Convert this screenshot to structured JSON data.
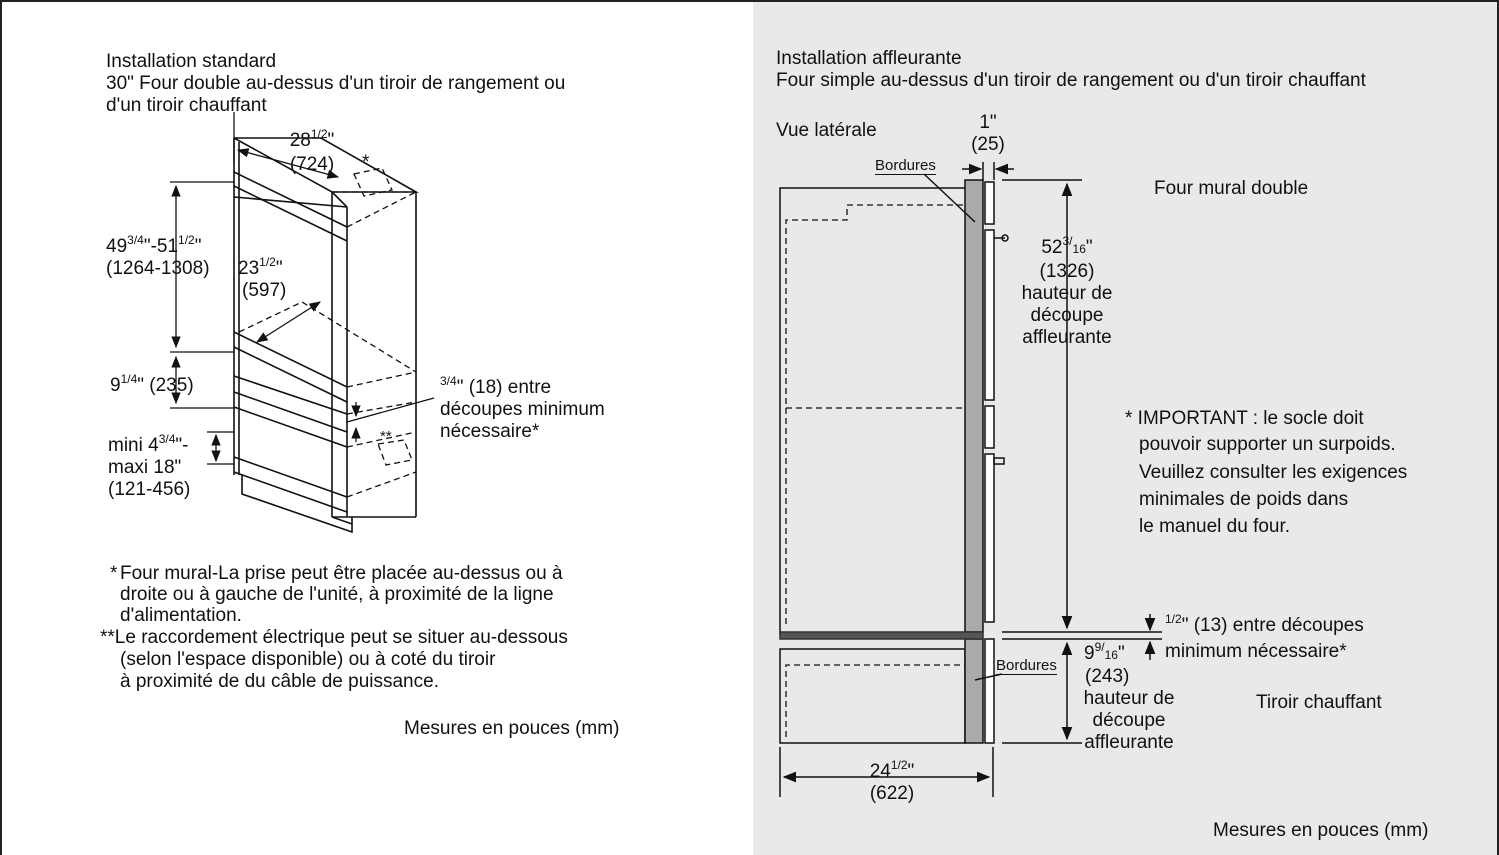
{
  "left": {
    "title1": "Installation standard",
    "title2": "30\" Four double au-dessus d'un tiroir de rangement ou",
    "title3": "d'un tiroir chauffant",
    "width_dim": [
      "28",
      "1/2",
      "\"",
      "(724)"
    ],
    "height_dim": [
      "49",
      "3/4",
      "\"-51",
      "1/2",
      "\"",
      "(1264-1308)"
    ],
    "depth_dim": [
      "23",
      "1/2",
      "\"",
      "(597)"
    ],
    "gap_dim": [
      "9",
      "1/4",
      "\" (235)"
    ],
    "mini_dim": [
      "mini 4",
      "3/4",
      "\"-",
      "maxi 18\"",
      "(121-456)"
    ],
    "between_dim": [
      "3/4",
      "\" (18) entre",
      "découpes minimum",
      "nécessaire*"
    ],
    "star1": "*",
    "star2": "**",
    "note1": [
      "*",
      "Four mural-La prise peut être placée au-dessus ou à",
      "droite ou à gauche de l'unité, à proximité de la ligne",
      "d'alimentation."
    ],
    "note2": [
      "**Le raccordement électrique peut se situer au-dessous",
      "(selon l'espace disponible) ou à coté du tiroir",
      "à proximité de du câble de puissance."
    ],
    "units": "Mesures en pouces (mm)"
  },
  "right": {
    "title1": "Installation affleurante",
    "title2": "Four simple au-dessus d'un tiroir de rangement ou d'un tiroir chauffant",
    "side_view": "Vue latérale",
    "trim_dim": [
      "1\"",
      "(25)"
    ],
    "trim_label_top": "Bordures",
    "trim_label_bottom": "Bordures",
    "oven_label": "Four mural double",
    "oven_dim": [
      "52",
      "3/",
      "16",
      "\"",
      "(1326)",
      "hauteur de",
      "découpe",
      "affleurante"
    ],
    "important": [
      "* IMPORTANT : le socle doit",
      "pouvoir supporter un surpoids.",
      "Veuillez consulter les exigences",
      "minimales de poids dans",
      "le manuel du four."
    ],
    "between_dim": [
      "1/2",
      "\" (13) entre découpes",
      "minimum nécessaire*"
    ],
    "drawer_dim": [
      "9",
      "9/",
      "16",
      "\"",
      "(243)",
      "hauteur de",
      "découpe",
      "affleurante"
    ],
    "drawer_label": "Tiroir chauffant",
    "width_dim": [
      "24",
      "1/2",
      "\"",
      "(622)"
    ],
    "units": "Mesures en pouces (mm)"
  }
}
